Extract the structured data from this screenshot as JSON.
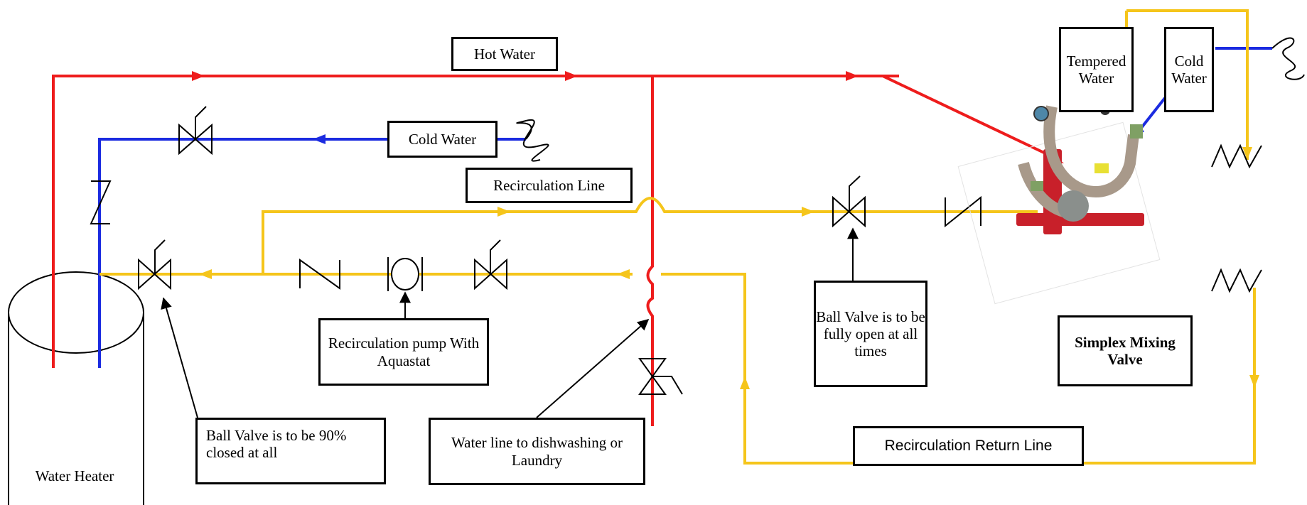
{
  "colors": {
    "hot": "#ee1c1c",
    "cold": "#1b2be0",
    "recirc": "#f5c51b",
    "line": "#000000",
    "pipe_red": "#c8202a"
  },
  "labels": {
    "hot_water": "Hot Water",
    "cold_water_main": "Cold Water",
    "recirculation_line": "Recirculation Line",
    "tempered_water": "Tempered Water",
    "cold_water_valve": "Cold Water",
    "recirc_pump": "Recirculation pump With Aquastat",
    "ball_valve_open": "Ball Valve is to be fully open at all times",
    "simplex_mixing_valve": "Simplex Mixing Valve",
    "ball_valve_closed": "Ball Valve is to be 90% closed at all",
    "water_line_dish": "Water line to dishwashing or Laundry",
    "recirc_return": "Recirculation Return Line",
    "water_heater": "Water Heater"
  }
}
